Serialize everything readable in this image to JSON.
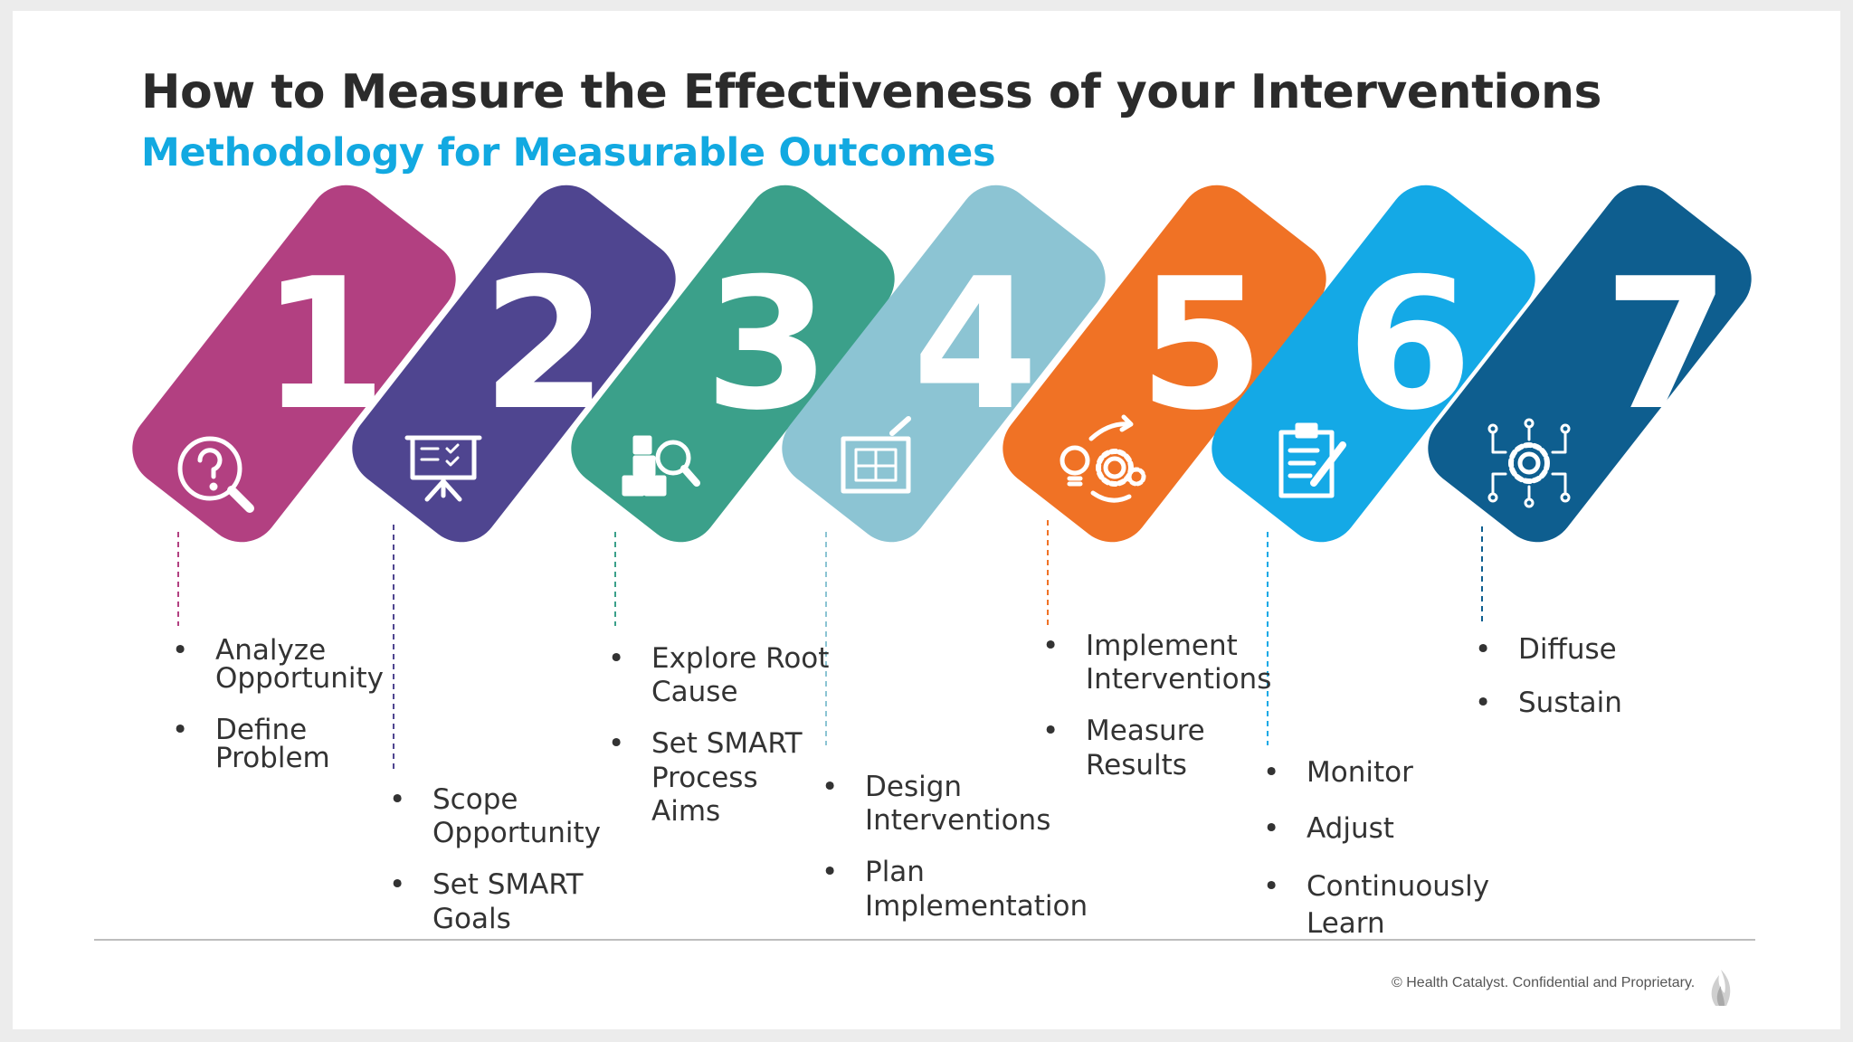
{
  "title": "How to Measure the Effectiveness of your Interventions",
  "subtitle": "Methodology for Measurable Outcomes",
  "steps": [
    {
      "number": "1",
      "color": "#b24081",
      "icon": "question-magnifier-icon",
      "items": [
        "Analyze Opportunity",
        "Define Problem"
      ]
    },
    {
      "number": "2",
      "color": "#4f4590",
      "icon": "presentation-board-icon",
      "items": [
        "Scope Opportunity",
        "Set SMART Goals"
      ]
    },
    {
      "number": "3",
      "color": "#3ba08a",
      "icon": "blocks-search-icon",
      "items": [
        "Explore Root Cause",
        "Set SMART Process Aims"
      ]
    },
    {
      "number": "4",
      "color": "#8cc4d3",
      "icon": "blueprint-icon",
      "items": [
        "Design Interventions",
        "Plan Implementation"
      ]
    },
    {
      "number": "5",
      "color": "#f07225",
      "icon": "idea-gears-icon",
      "items": [
        "Implement Interventions",
        "Measure Results"
      ]
    },
    {
      "number": "6",
      "color": "#14a9e6",
      "icon": "clipboard-pencil-icon",
      "items": [
        "Monitor",
        "Adjust",
        "Continuously Learn"
      ]
    },
    {
      "number": "7",
      "color": "#0e5e8f",
      "icon": "circuit-gear-icon",
      "items": [
        "Diffuse",
        "Sustain"
      ]
    }
  ],
  "footer": "© Health Catalyst. Confidential and Proprietary."
}
